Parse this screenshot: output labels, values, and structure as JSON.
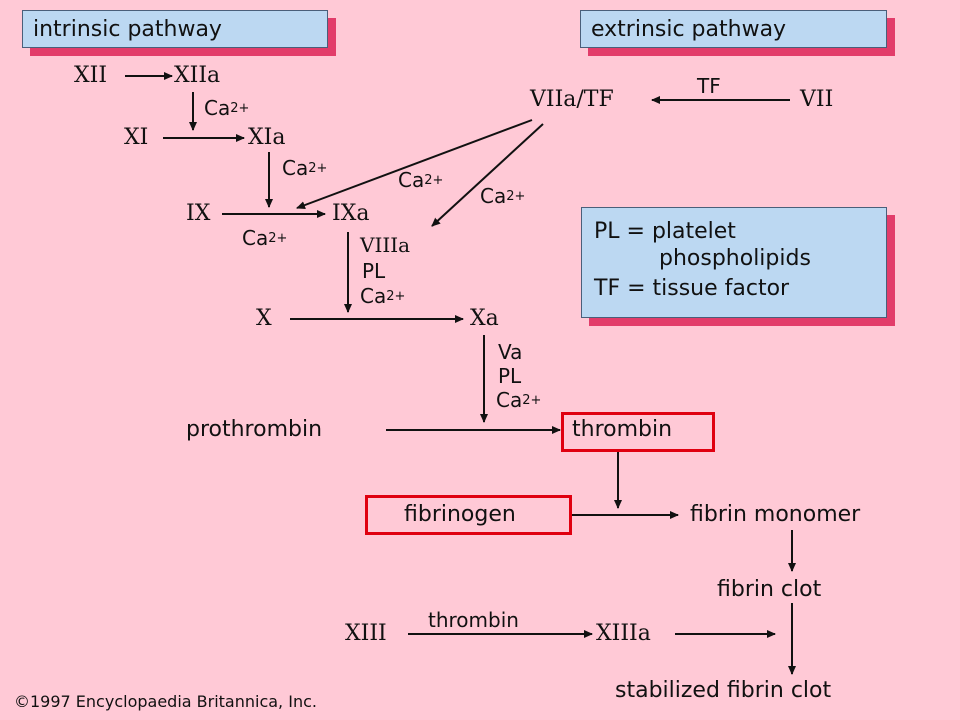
{
  "boxes": {
    "intrinsic": "intrinsic pathway",
    "extrinsic": "extrinsic pathway"
  },
  "legend": {
    "pl_line1": "PL = platelet",
    "pl_line2": "phospholipids",
    "tf_line": "TF = tissue factor"
  },
  "nodes": {
    "xii": "XII",
    "xiia": "XIIa",
    "xi": "XI",
    "xia": "XIa",
    "ix": "IX",
    "ixa": "IXa",
    "viia_tf": "VIIa/TF",
    "vii": "VII",
    "x": "X",
    "xa": "Xa",
    "prothrombin": "prothrombin",
    "thrombin": "thrombin",
    "fibrinogen": "fibrinogen",
    "fibrin_monomer": "fibrin monomer",
    "fibrin_clot": "fibrin clot",
    "xiii": "XIII",
    "xiiia": "XIIIa",
    "stabilized": "stabilized fibrin clot"
  },
  "cofactors": {
    "ca": "Ca",
    "ca_charge": "2+",
    "tf": "TF",
    "viiia": "VIIIa",
    "pl": "PL",
    "va": "Va",
    "thrombin_label": "thrombin"
  },
  "copyright": "©1997 Encyclopaedia Britannica, Inc.",
  "colors": {
    "background": "#ffc9d6",
    "box_fill": "#bcd8f2",
    "box_shadow": "#e23c6a",
    "highlight": "#e00010"
  }
}
